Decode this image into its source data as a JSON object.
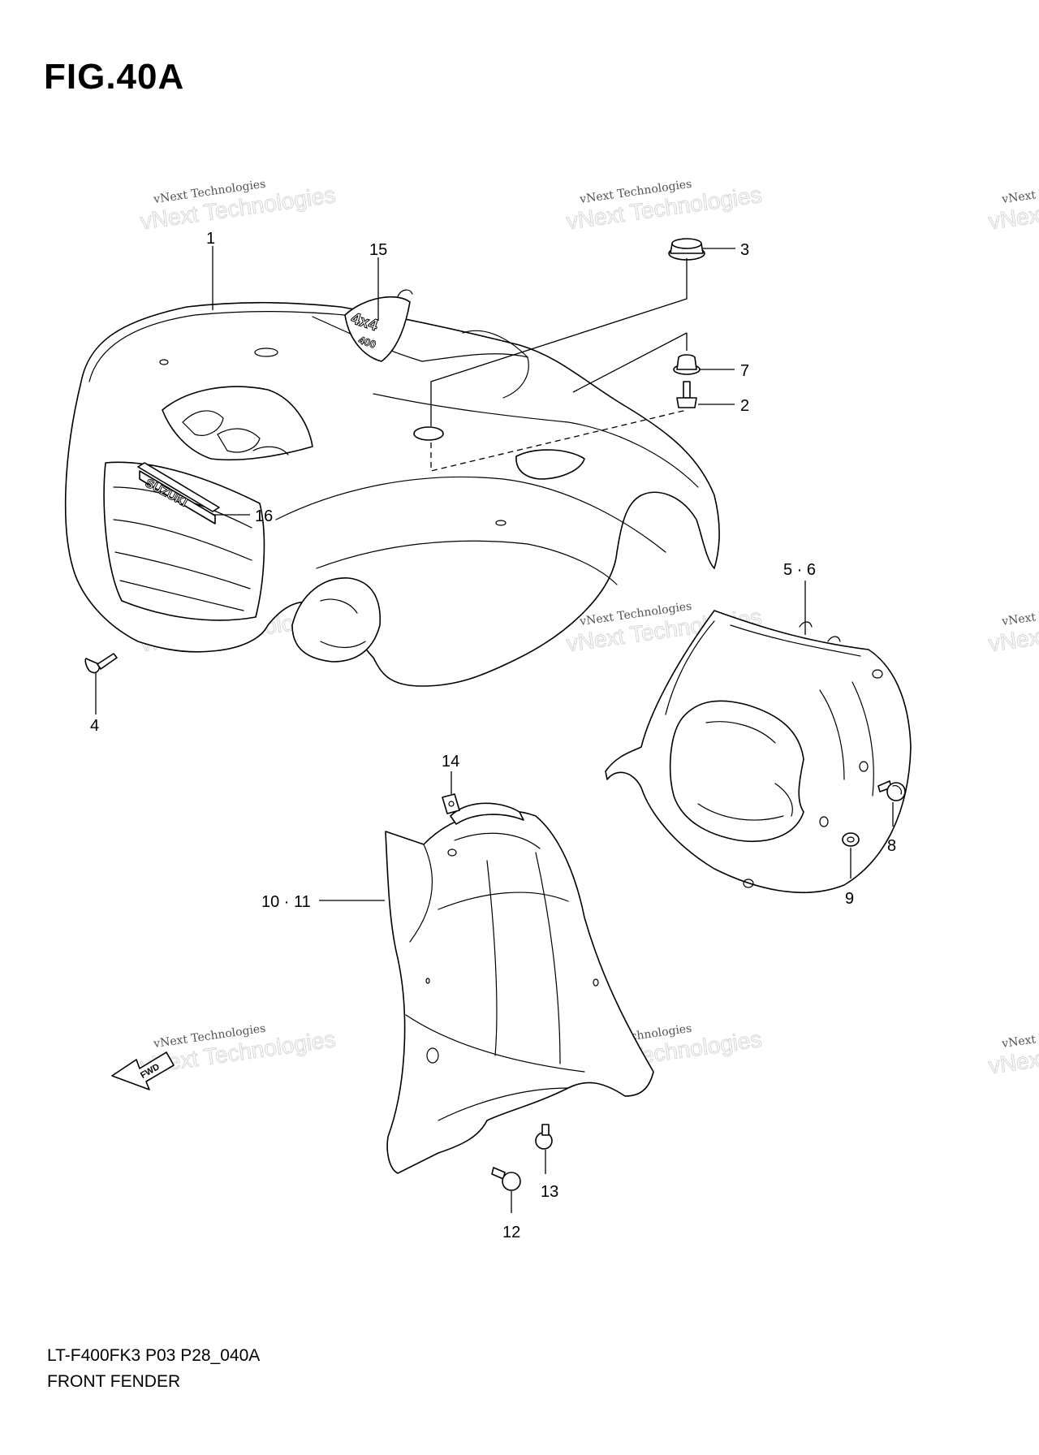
{
  "title": "FIG.40A",
  "footer": {
    "code": "LT-F400FK3 P03 P28_040A",
    "name": "FRONT FENDER"
  },
  "watermark": {
    "line1": "vNext Technologies",
    "line2": "vNext Technologies"
  },
  "emblems": {
    "model": "4x4",
    "model_sub": "400",
    "brand": "SUZUKI",
    "arrow": "FWD"
  },
  "callouts": {
    "c1": "1",
    "c2": "2",
    "c3": "3",
    "c4": "4",
    "c56": "5 · 6",
    "c7": "7",
    "c8": "8",
    "c9": "9",
    "c1011": "10 · 11",
    "c12": "12",
    "c13": "13",
    "c14": "14",
    "c15": "15",
    "c16": "16"
  }
}
